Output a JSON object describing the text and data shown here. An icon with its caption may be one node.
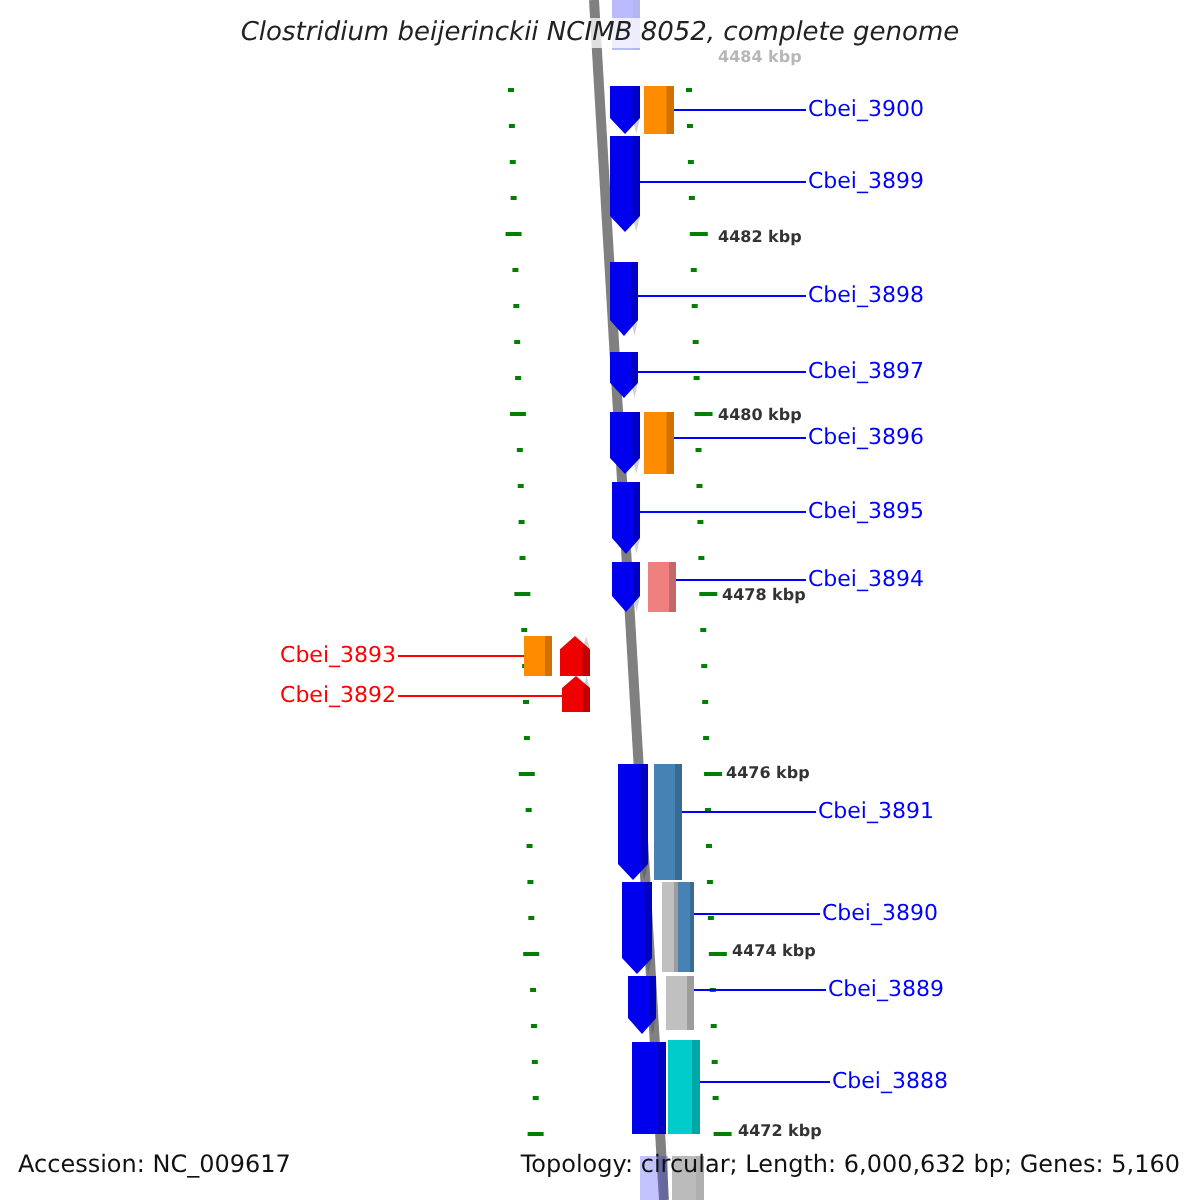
{
  "diagram": {
    "title": "Clostridium beijerinckii NCIMB 8052, complete genome",
    "nodes": [
      {
        "text": [
          "Cbei_3900"
        ]
      },
      {
        "text": [
          "Cbei_3899"
        ]
      },
      {
        "text": [
          "Cbei_3898"
        ]
      },
      {
        "text": [
          "Cbei_3897"
        ]
      },
      {
        "text": [
          "Cbei_3896"
        ]
      },
      {
        "text": [
          "Cbei_3895"
        ]
      },
      {
        "text": [
          "Cbei_3894"
        ]
      },
      {
        "text": [
          "Cbei_3893"
        ]
      },
      {
        "text": [
          "Cbei_3892"
        ]
      },
      {
        "text": [
          "Cbei_3891"
        ]
      },
      {
        "text": [
          "Cbei_3890"
        ]
      },
      {
        "text": [
          "Cbei_3889"
        ]
      },
      {
        "text": [
          "Cbei_3888"
        ]
      },
      {
        "text": [],
        "shape": "box"
      },
      {
        "text": [],
        "shape": "pentagon"
      },
      {
        "text": [],
        "shape": "box"
      },
      {
        "text": [],
        "shape": "pentagon"
      },
      {
        "text": [],
        "shape": "pentagon"
      },
      {
        "text": [],
        "shape": "pentagon"
      },
      {
        "text": [],
        "shape": "pentagon"
      },
      {
        "text": [],
        "shape": "box"
      },
      {
        "text": [],
        "shape": "pentagon"
      },
      {
        "text": [],
        "shape": "pentagon"
      },
      {
        "text": [],
        "shape": "box"
      },
      {
        "text": [],
        "shape": "box"
      },
      {
        "text": [],
        "shape": "pentagon"
      },
      {
        "text": [],
        "shape": "pentagon"
      },
      {
        "text": [],
        "shape": "pentagon"
      },
      {
        "text": [],
        "shape": "box"
      },
      {
        "text": [],
        "shape": "pentagon"
      },
      {
        "text": [],
        "shape": "box"
      },
      {
        "text": [],
        "shape": "box"
      },
      {
        "text": [],
        "shape": "pentagon"
      },
      {
        "text": [],
        "shape": "box"
      },
      {
        "text": [],
        "shape": "box"
      },
      {
        "text": [],
        "shape": "box"
      },
      {
        "text": [],
        "shape": "box"
      },
      {
        "text": [],
        "shape": "box"
      }
    ],
    "edges": [
      {
        "from": 0,
        "to": 15,
        "arrow": "none"
      },
      {
        "from": 1,
        "to": 16,
        "arrow": "none"
      },
      {
        "from": 2,
        "to": 17,
        "arrow": "none"
      },
      {
        "from": 3,
        "to": 18,
        "arrow": "none"
      },
      {
        "from": 4,
        "to": 20,
        "arrow": "none"
      },
      {
        "from": 5,
        "to": 21,
        "arrow": "none"
      },
      {
        "from": 6,
        "to": 23,
        "arrow": "none"
      },
      {
        "from": 7,
        "to": 24,
        "arrow": "none",
        "color": "#ff0000"
      },
      {
        "from": 8,
        "to": 26,
        "arrow": "none",
        "color": "#ff0000"
      },
      {
        "from": 9,
        "to": 28,
        "arrow": "none"
      },
      {
        "from": 10,
        "to": 31,
        "arrow": "none"
      },
      {
        "from": 11,
        "to": 33,
        "arrow": "none"
      },
      {
        "from": 12,
        "to": 35,
        "arrow": "none"
      }
    ],
    "labels": [
      "4484 kbp",
      "4482 kbp",
      "4480 kbp",
      "4478 kbp",
      "4476 kbp",
      "4474 kbp",
      "4472 kbp",
      "Accession: NC_009617",
      "Topology: circular; Length: 6,000,632 bp; Genes: 5,160"
    ]
  }
}
